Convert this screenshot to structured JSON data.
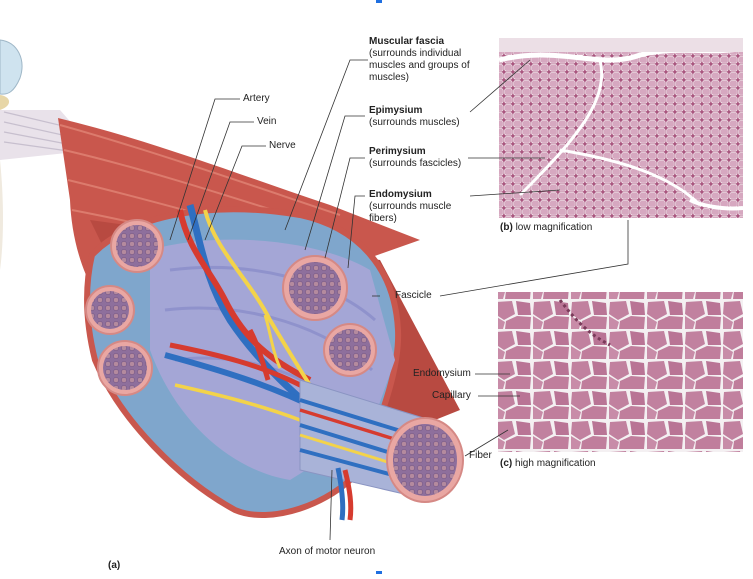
{
  "labels": {
    "artery": "Artery",
    "vein": "Vein",
    "nerve": "Nerve",
    "fascicle": "Fascicle",
    "endomysium_c": "Endomysium",
    "capillary": "Capillary",
    "fiber": "Fiber",
    "axon": "Axon of motor neuron"
  },
  "callouts": {
    "muscular_fascia": {
      "title": "Muscular fascia",
      "desc": "(surrounds individual muscles and groups of muscles)"
    },
    "epimysium": {
      "title": "Epimysium",
      "desc": "(surrounds muscles)"
    },
    "perimysium": {
      "title": "Perimysium",
      "desc": "(surrounds fascicles)"
    },
    "endomysium": {
      "title": "Endomysium",
      "desc": "(surrounds muscle fibers)"
    }
  },
  "panels": {
    "a": {
      "letter": "(a)"
    },
    "b": {
      "letter": "(b)",
      "text": "low magnification"
    },
    "c": {
      "letter": "(c)",
      "text": "high magnification"
    }
  },
  "colors": {
    "muscle": "#c9574d",
    "muscle_light": "#e48a7a",
    "fascia": "#7fa6cc",
    "interior": "#a4a6d6",
    "fascicle_pink": "#e9a7a3",
    "fascicle_fill": "#8e6f9c",
    "artery": "#d63b2f",
    "vein": "#2f6fc1",
    "nerve": "#f3d34a",
    "tissue_low": "#b87a98",
    "tissue_high": "#c98fa8"
  }
}
